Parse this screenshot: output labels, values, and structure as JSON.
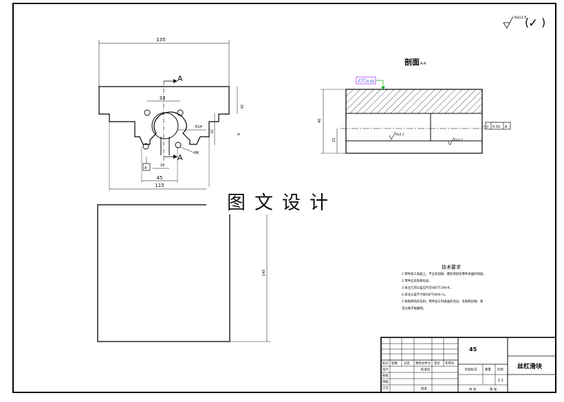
{
  "roughness": {
    "value": "Ra12.5",
    "mark": "✓"
  },
  "section": {
    "title": "剖面",
    "subscript": "A-A"
  },
  "datum": {
    "label": "A",
    "arrow": "A"
  },
  "dims_front": {
    "width_total": "135",
    "top_height": "26",
    "hole_spacing": "33",
    "radius": "R14",
    "hole_vert": "33",
    "step": "6",
    "offset": "18",
    "hole_dia": "Ø6",
    "base_half": "45",
    "base_width": "115"
  },
  "dims_section": {
    "height": "40",
    "bore": "23",
    "flatness": "0.01",
    "parallel": "0.01",
    "parallel_datum": "A",
    "rough1": "Ra3.2",
    "rough2": "Ra3.2"
  },
  "dims_side": {
    "length": "140"
  },
  "watermark": "图文设计",
  "tech_requirements": {
    "title": "技术要求",
    "items": [
      "1.零件加工表面上，不应有划痕、擦伤等损伤零件表面的缺陷。",
      "2.零件应去除氧化皮。",
      "3.未注几何公差应符合GB/T1184-K。",
      "4.未注公差尺寸按GB/T1804-m。",
      "5.锐角倒钝去毛刺，零件加工时表面的毛边、毛刺和异物，保",
      "  证尖角不被磨损。"
    ]
  },
  "title_block": {
    "material": "45",
    "part_name": "丝杠滑块",
    "headers": [
      "标记",
      "处数",
      "分区",
      "更改文件号",
      "签名",
      "年月日"
    ],
    "rows": [
      "设计",
      "标准化",
      "校核",
      "审核",
      "工艺",
      "批准"
    ],
    "stage_label": "阶段标记",
    "weight_label": "重量",
    "scale_label": "比例",
    "scale": "1:1",
    "sheets_total": "共  张",
    "sheet_no": "第  张"
  }
}
